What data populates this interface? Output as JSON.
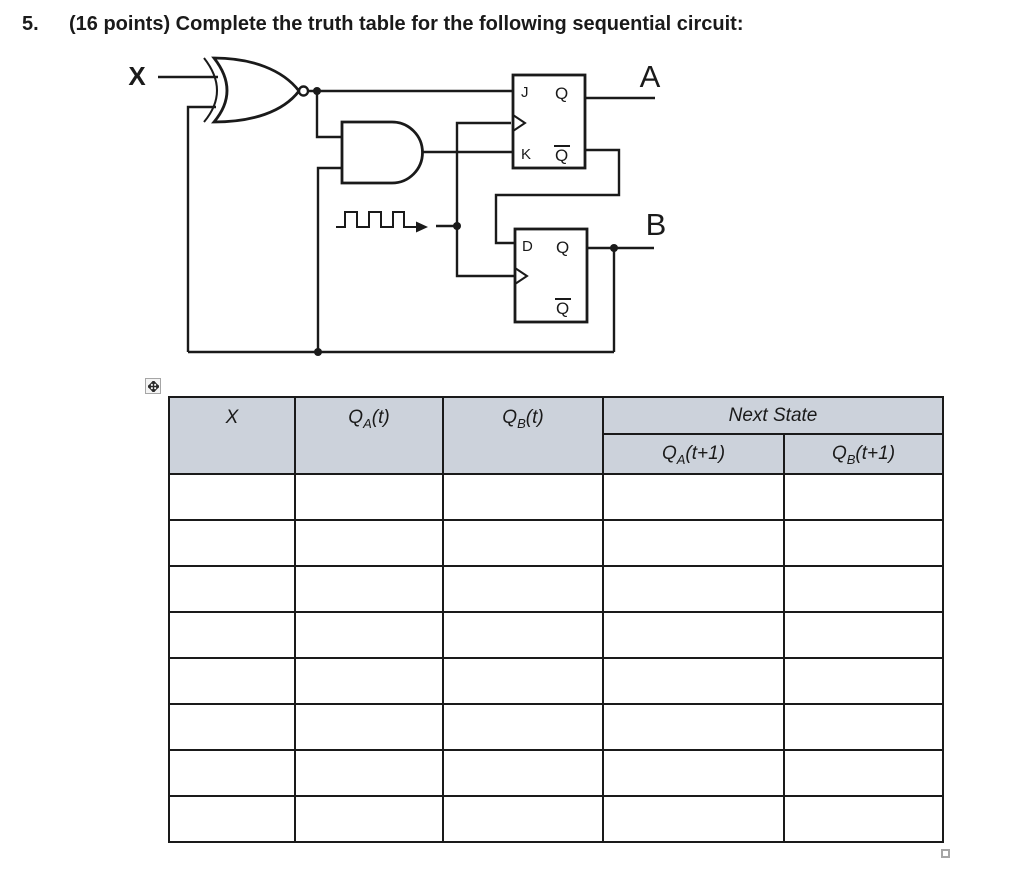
{
  "colors": {
    "ink": "#1a1a1a",
    "header_bg": "#ccd2db",
    "handle_border": "#a6a6a6"
  },
  "question": {
    "number": "5.",
    "text": "(16 points) Complete the truth table for the following sequential circuit:"
  },
  "circuit": {
    "input_label": "X",
    "output_a_label": "A",
    "output_b_label": "B",
    "jk_flipflop": {
      "j": "J",
      "q": "Q",
      "k": "K",
      "qbar": "Q"
    },
    "d_flipflop": {
      "d": "D",
      "q": "Q",
      "qbar": "Q"
    }
  },
  "table": {
    "header": {
      "x": "X",
      "qa": {
        "base": "Q",
        "sub": "A",
        "paren": "(t)"
      },
      "qb": {
        "base": "Q",
        "sub": "B",
        "paren": "(t)"
      },
      "next_state": "Next State",
      "qa_next": {
        "base": "Q",
        "sub": "A",
        "paren": "(t+1)"
      },
      "qb_next": {
        "base": "Q",
        "sub": "B",
        "paren": "(t+1)"
      }
    },
    "rows": [
      [
        "",
        "",
        "",
        "",
        ""
      ],
      [
        "",
        "",
        "",
        "",
        ""
      ],
      [
        "",
        "",
        "",
        "",
        ""
      ],
      [
        "",
        "",
        "",
        "",
        ""
      ],
      [
        "",
        "",
        "",
        "",
        ""
      ],
      [
        "",
        "",
        "",
        "",
        ""
      ],
      [
        "",
        "",
        "",
        "",
        ""
      ],
      [
        "",
        "",
        "",
        "",
        ""
      ]
    ]
  }
}
